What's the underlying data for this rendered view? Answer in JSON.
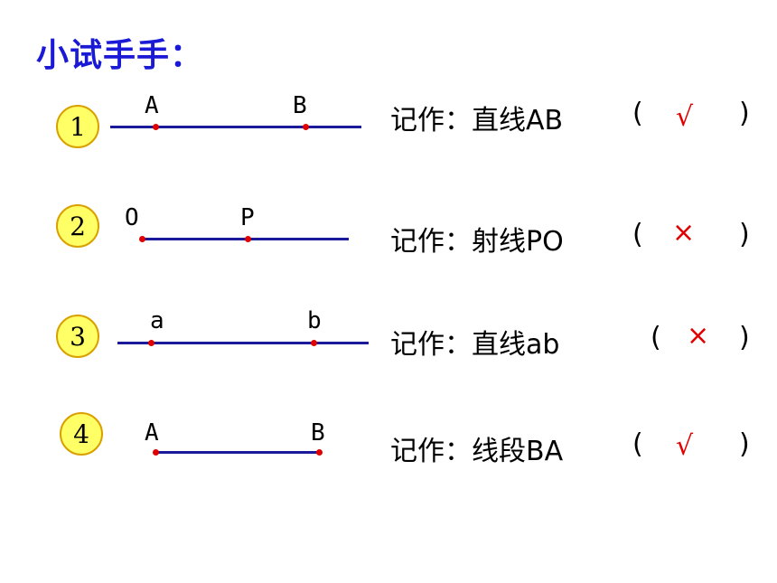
{
  "title": "小试手手：",
  "exercises": [
    {
      "number": "1",
      "point1": "A",
      "point2": "B",
      "statement": "记作：直线AB",
      "open": "(",
      "mark": "√",
      "close": ")"
    },
    {
      "number": "2",
      "point1": "O",
      "point2": "P",
      "statement": "记作：射线PO",
      "open": "(",
      "mark": "×",
      "close": ")"
    },
    {
      "number": "3",
      "point1": "a",
      "point2": "b",
      "statement": "记作：直线ab",
      "open": "(",
      "mark": "×",
      "close": ")"
    },
    {
      "number": "4",
      "point1": "A",
      "point2": "B",
      "statement": "记作：线段BA",
      "open": "(",
      "mark": "√",
      "close": ")"
    }
  ],
  "colors": {
    "title": "#1a1ad6",
    "line": "#1a1a9a",
    "point": "#e00000",
    "mark": "#e00000",
    "badge": "#ffff66"
  }
}
